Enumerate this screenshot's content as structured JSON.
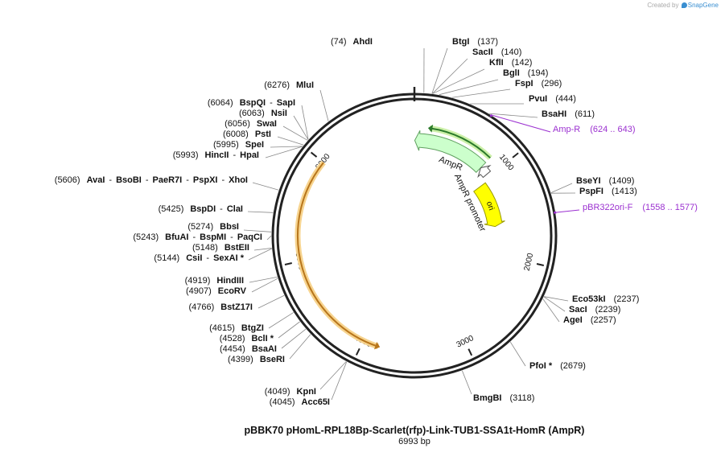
{
  "credit": {
    "prefix": "Created by",
    "brand": "SnapGene"
  },
  "plasmid": {
    "name": "pBBK70 pHomL-RPL18Bp-Scarlet(rfp)-Link-TUB1-SSA1t-HomR (AmpR)",
    "length_label": "6993 bp",
    "length": 6993
  },
  "ticks": [
    {
      "pos": 1000,
      "label": "1000"
    },
    {
      "pos": 2000,
      "label": "2000"
    },
    {
      "pos": 3000,
      "label": "3000"
    },
    {
      "pos": 4000,
      "label": "4000"
    },
    {
      "pos": 5000,
      "label": "5000"
    },
    {
      "pos": 6000,
      "label": "6000"
    }
  ],
  "features": [
    {
      "name": "AmpR",
      "start": 4,
      "end": 860,
      "direction": "reverse",
      "color": "#ccffcc",
      "stroke": "#60a060",
      "label": "AmpR"
    },
    {
      "name": "AmpR promoter",
      "start": 861,
      "end": 965,
      "direction": "reverse",
      "color": "#ffffff",
      "stroke": "#555555",
      "label": "AmpR promoter"
    },
    {
      "name": "ori",
      "start": 1035,
      "end": 1623,
      "direction": "forward",
      "color": "#ffff00",
      "stroke": "#999900",
      "label": "ori"
    }
  ],
  "orfs": [
    {
      "start": 140,
      "end": 860,
      "direction": "reverse",
      "color": "#2b7a2b",
      "glow": "#ccf0a8"
    },
    {
      "start": 3830,
      "end": 6000,
      "direction": "reverse",
      "color": "#b8761c",
      "glow": "#f7d48f"
    }
  ],
  "primers": [
    {
      "name": "Amp-R",
      "range": "(624 .. 643)",
      "pos": 633,
      "color": "#9b30d0"
    },
    {
      "name": "pBR322ori-F",
      "range": "(1558 .. 1577)",
      "pos": 1567,
      "color": "#9b30d0"
    }
  ],
  "sites": [
    {
      "pos_label": "(74)",
      "name": "AhdI",
      "pos": 74
    },
    {
      "name": "BtgI",
      "pos_label": "(137)",
      "pos": 137
    },
    {
      "name": "SacII",
      "pos_label": "(140)",
      "pos": 140
    },
    {
      "name": "KflI",
      "pos_label": "(142)",
      "pos": 142
    },
    {
      "name": "BglI",
      "pos_label": "(194)",
      "pos": 194
    },
    {
      "name": "FspI",
      "pos_label": "(296)",
      "pos": 296
    },
    {
      "name": "PvuI",
      "pos_label": "(444)",
      "pos": 444
    },
    {
      "name": "BsaHI",
      "pos_label": "(611)",
      "pos": 611
    },
    {
      "name": "BseYI",
      "pos_label": "(1409)",
      "pos": 1409
    },
    {
      "name": "PspFI",
      "pos_label": "(1413)",
      "pos": 1413
    },
    {
      "name": "Eco53kI",
      "pos_label": "(2237)",
      "pos": 2237
    },
    {
      "name": "SacI",
      "pos_label": "(2239)",
      "pos": 2239
    },
    {
      "name": "AgeI",
      "pos_label": "(2257)",
      "pos": 2257
    },
    {
      "name": "PfoI *",
      "pos_label": "(2679)",
      "pos": 2679
    },
    {
      "name": "BmgBI",
      "pos_label": "(3118)",
      "pos": 3118
    },
    {
      "pos_label": "(4045)",
      "name": "Acc65I",
      "pos": 4045
    },
    {
      "pos_label": "(4049)",
      "name": "KpnI",
      "pos": 4049
    },
    {
      "pos_label": "(4399)",
      "name": "BseRI",
      "pos": 4399
    },
    {
      "pos_label": "(4454)",
      "name": "BsaAI",
      "pos": 4454
    },
    {
      "pos_label": "(4528)",
      "name": "BclI *",
      "pos": 4528
    },
    {
      "pos_label": "(4615)",
      "name": "BtgZI",
      "pos": 4615
    },
    {
      "pos_label": "(4766)",
      "name": "BstZ17I",
      "pos": 4766
    },
    {
      "pos_label": "(4907)",
      "name": "EcoRV",
      "pos": 4907
    },
    {
      "pos_label": "(4919)",
      "name": "HindIII",
      "pos": 4919
    },
    {
      "pos_label": "(5144)",
      "name": "CsiI",
      "extra": "SexAI *",
      "pos": 5144
    },
    {
      "pos_label": "(5148)",
      "name": "BstEII",
      "pos": 5148
    },
    {
      "pos_label": "(5243)",
      "name": "BfuAI",
      "extra": "BspMI",
      "extra2": "PaqCI",
      "pos": 5243
    },
    {
      "pos_label": "(5274)",
      "name": "BbsI",
      "pos": 5274
    },
    {
      "pos_label": "(5425)",
      "name": "BspDI",
      "extra": "ClaI",
      "pos": 5425
    },
    {
      "pos_label": "(5606)",
      "name": "AvaI",
      "extra": "BsoBI",
      "extra2": "PaeR7I",
      "extra3": "PspXI",
      "extra4": "XhoI",
      "pos": 5606
    },
    {
      "pos_label": "(5993)",
      "name": "HincII",
      "extra": "HpaI",
      "pos": 5993
    },
    {
      "pos_label": "(5995)",
      "name": "SpeI",
      "pos": 5995
    },
    {
      "pos_label": "(6008)",
      "name": "PstI",
      "pos": 6008
    },
    {
      "pos_label": "(6056)",
      "name": "SwaI",
      "pos": 6056
    },
    {
      "pos_label": "(6063)",
      "name": "NsiI",
      "pos": 6063
    },
    {
      "pos_label": "(6064)",
      "name": "BspQI",
      "extra": "SapI",
      "pos": 6064
    },
    {
      "pos_label": "(6276)",
      "name": "MluI",
      "pos": 6276
    }
  ]
}
